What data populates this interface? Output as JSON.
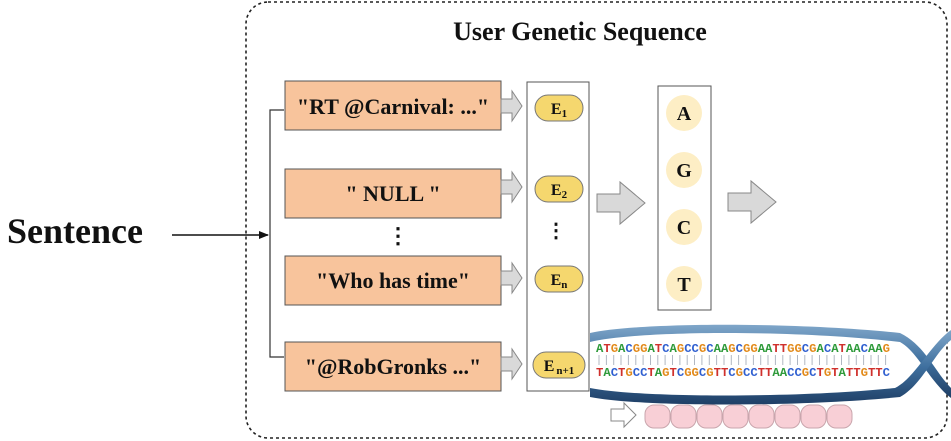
{
  "title": "User Genetic Sequence",
  "input_label": "Sentence",
  "ellipsis": "⋮",
  "sentences": [
    "\"RT @Carnival: ...\"",
    "\" NULL \"",
    "\"Who has time\"",
    "\"@RobGronks ...\""
  ],
  "embeddings": [
    {
      "base": "E",
      "sub": "1"
    },
    {
      "base": "E",
      "sub": "2"
    },
    {
      "base": "E",
      "sub": "n"
    },
    {
      "base": "E",
      "sub": "n+1"
    }
  ],
  "nucleotides": [
    "A",
    "G",
    "C",
    "T"
  ],
  "dna_strand_top": "ATGACGGATCAGCCGCAAGCGGAATTGGCGACATAACAAG",
  "dna_strand_bottom": "TACTGCCTAGTCGGCGTTCGCCTTAACCGCTGTATTGTTC",
  "colors": {
    "sentence_fill": "#f8c49c",
    "embedding_fill": "#f5d76e",
    "nucleotide_fill": "#fdeec5",
    "segment_fill": "#f8cfd6",
    "arrow_fill": "#d9d9d9",
    "nuc_A": "#2e9a3a",
    "nuc_C": "#2f5fd0",
    "nuc_G": "#e28a1a",
    "nuc_T": "#d0312d"
  }
}
